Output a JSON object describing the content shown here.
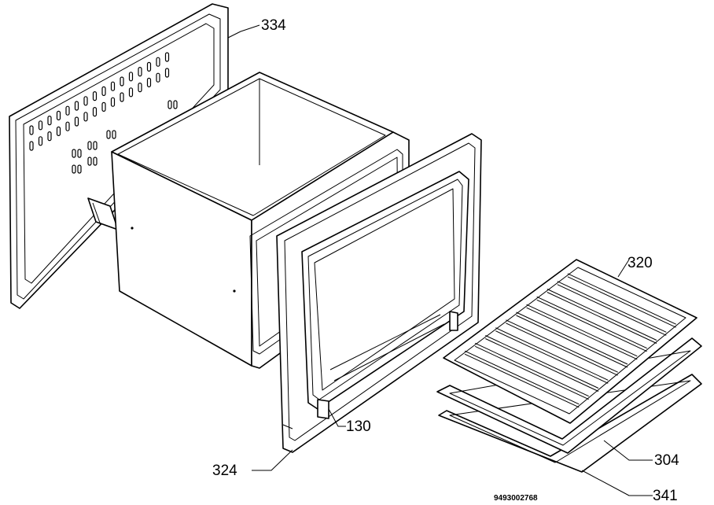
{
  "diagram": {
    "callouts": [
      {
        "id": "back-panel",
        "label": "334"
      },
      {
        "id": "oven-rack",
        "label": "320"
      },
      {
        "id": "door-hinge",
        "label": "130"
      },
      {
        "id": "front-frame",
        "label": "324"
      },
      {
        "id": "baking-tray",
        "label": "304"
      },
      {
        "id": "drip-pan",
        "label": "341"
      }
    ],
    "document_number": "9493002768"
  },
  "colors": {
    "line": "#000000",
    "background": "#ffffff"
  }
}
